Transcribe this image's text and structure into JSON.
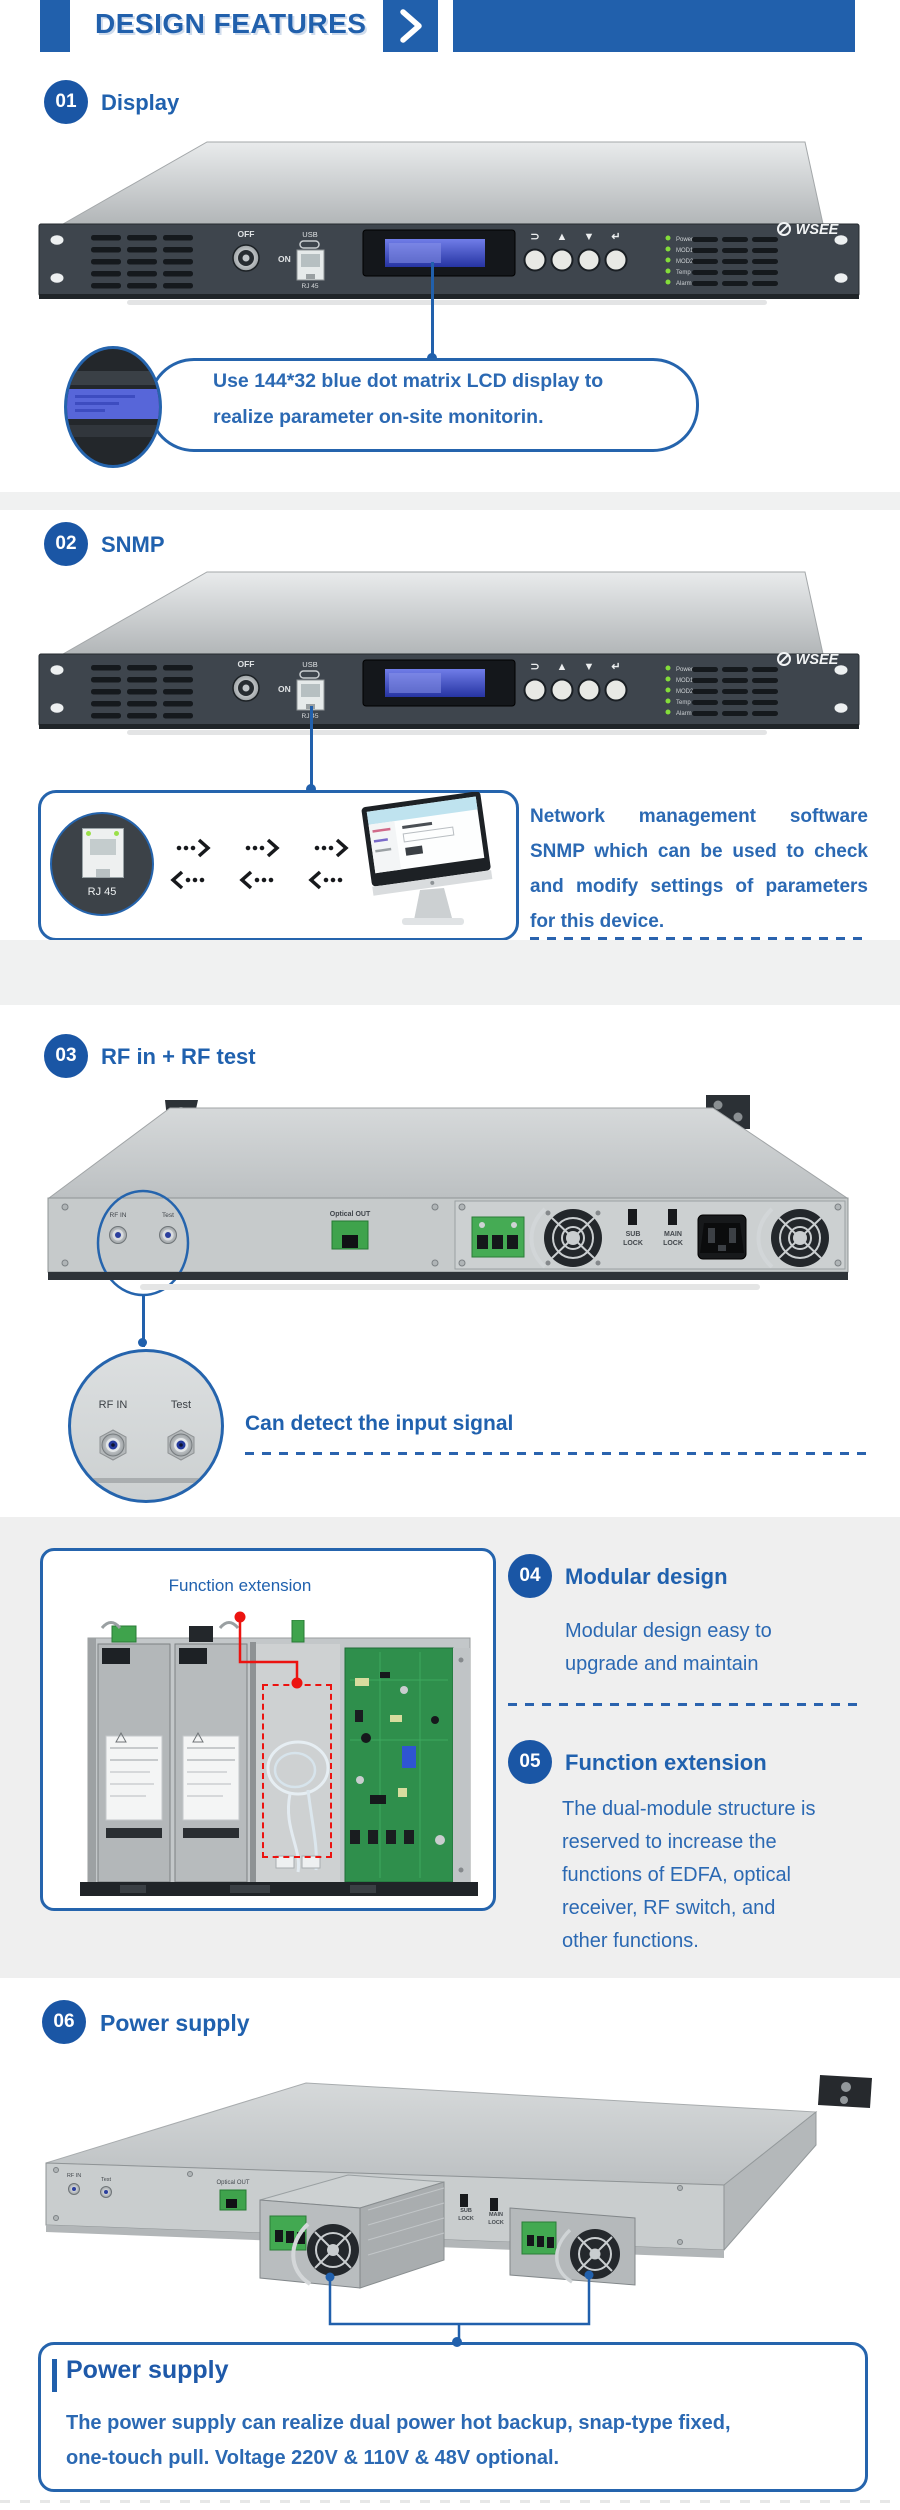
{
  "header": {
    "title": "DESIGN FEATURES"
  },
  "s01": {
    "num": "01",
    "title": "Display",
    "callout": [
      "Use 144*32 blue dot matrix LCD display to",
      "realize parameter on-site monitorin."
    ]
  },
  "s02": {
    "num": "02",
    "title": "SNMP",
    "rj45": "RJ 45",
    "desc": [
      "Network management software",
      "SNMP which can be used to check",
      "and modify settings of parameters",
      "for this device."
    ]
  },
  "s03": {
    "num": "03",
    "title": "RF in + RF test",
    "rf_in": "RF IN",
    "test": "Test",
    "caption": "Can detect the input signal"
  },
  "s04": {
    "num": "04",
    "title": "Modular design",
    "photo_label": "Function extension",
    "body": [
      "Modular design easy to",
      "upgrade and maintain"
    ]
  },
  "s05": {
    "num": "05",
    "title": "Function extension",
    "body": [
      "The dual-module structure is",
      "reserved to increase the",
      "functions of EDFA, optical",
      "receiver, RF switch, and",
      "other functions."
    ]
  },
  "s06": {
    "num": "06",
    "title": "Power supply",
    "callout_title": "Power supply",
    "body": [
      "The power supply can realize dual power hot backup, snap-type fixed,",
      "one-touch pull. Voltage 220V & 110V & 48V optional."
    ]
  },
  "front": {
    "off": "OFF",
    "on": "ON",
    "usb": "USB",
    "rj45": "RJ 45",
    "btn": [
      "⊃",
      "▲",
      "▼",
      "↵"
    ],
    "leds": [
      "Power",
      "MOD1",
      "MOD2",
      "Temp",
      "Alarm"
    ],
    "brand": "WSEE"
  },
  "rear": {
    "rf_in": "RF IN",
    "test": "Test",
    "optical": "Optical OUT",
    "sub1": "SUB",
    "sub2": "LOCK",
    "main1": "MAIN",
    "main2": "LOCK"
  },
  "colors": {
    "accent": "#2160ac",
    "text_blue": "#2b69b3",
    "badge": "#1a56a5",
    "alert_red": "#ec1310"
  }
}
